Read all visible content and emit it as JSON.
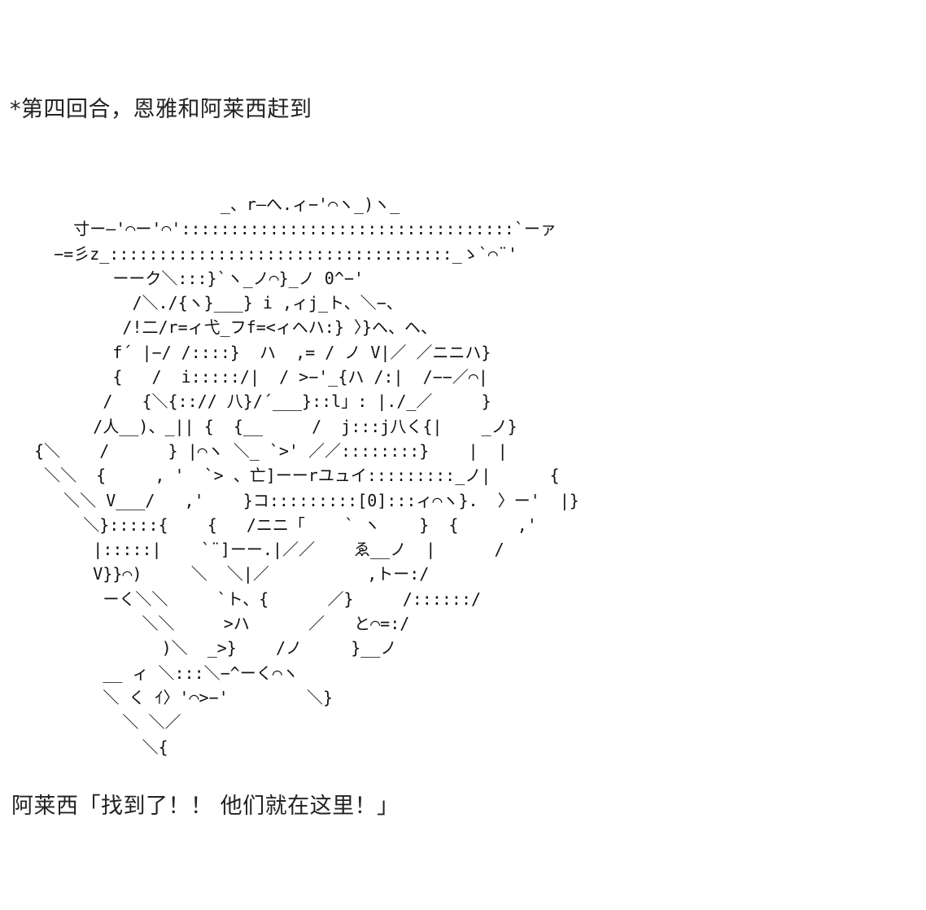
{
  "narration_top": "*第四回合，恩雅和阿莱西赶到",
  "ascii_art": "                    _、r—へ.ィ−'⌒ヽ_)ヽ_\n     寸ー—'⌒ー'⌒'::::::::::::::::::::::::::::::::::`ーァ\n   −=彡z_:::::::::::::::::::::::::::::::::::_ゝ`⌒¨'\n         ーーク＼:::}`ヽ_ノ⌒}_ノ 0^−'\n           /＼./{ヽ}___} i ,ィj_ト、＼−、\n          /!二/r=ィ弋_フf=<ィヘハ:} 〉}ヘ、ヘ、\n         f´ |−/ /::::}  ハ  ,= / ノ V|／ ／ニニハ}\n         {   /  i:::::/|  / >−'_{ハ /:|  /−−／⌒|\n        /   {＼{::// 八}/´___}::l」: |./_／     }\n       /人__)、_|| {  {__     /  j:::j八く{|    _ノ}\n {＼    /      } |⌒ヽ ＼_ `>' ／／::::::::}    |  |\n  ＼＼  {     , '  `> 、亡]ーーrユュイ:::::::::_ノ|      {\n    ＼＼ V___/   ,'    }コ:::::::::[0]:::ィ⌒ヽ}.  〉ー'  |}\n      ＼}:::::{    {   /ニニ「    ` ヽ    }  {      ,'\n       |:::::|    `¨]ーー.|／／    ゑ__ノ  |      /\n       V}}⌒)     ＼  ＼|／          ,トー:/\n        ーく＼＼     `ト、{      ／}     /::::::/\n            ＼＼     >ハ      ／   と⌒=:/\n              )＼  _>}    /ノ     }__ノ\n        __ ィ ＼:::＼−^ーく⌒ヽ\n        ＼ く ｲ〉'⌒>−'        ＼}\n          ＼ ＼／\n            ＼{",
  "narration_bottom": "阿莱西「找到了！！ 他们就在这里！」"
}
